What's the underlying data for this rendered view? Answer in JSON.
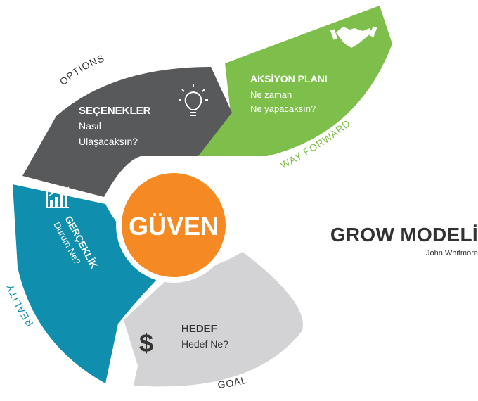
{
  "diagram": {
    "center": {
      "text": "GÜVEN",
      "color": "#f58a24"
    },
    "segments": {
      "options": {
        "title": "SEÇENEKLER",
        "line1": "Nasıl",
        "line2": "Ulaşacaksın?",
        "outer_label": "OPTIONS",
        "color": "#58595b",
        "icon": "lightbulb-icon"
      },
      "way_forward": {
        "title": "AKSİYON PLANI",
        "line1": "Ne zaman",
        "line2": "Ne yapacaksın?",
        "outer_label": "WAY FORWARD",
        "color": "#7dbf4a",
        "label_color": "#7dbf4a",
        "icon": "handshake-icon"
      },
      "reality": {
        "title": "GERÇEKLİK",
        "line1": "Durum Ne?",
        "outer_label": "REALITY",
        "color": "#0f8eae",
        "label_color": "#0f8eae",
        "icon": "bar-chart-icon"
      },
      "goal": {
        "title": "HEDEF",
        "line1": "Hedef Ne?",
        "outer_label": "GOAL",
        "color": "#d3d3d5",
        "icon": "dollar-icon"
      }
    }
  },
  "title": "GROW MODELİ",
  "author": "John Whitmore"
}
